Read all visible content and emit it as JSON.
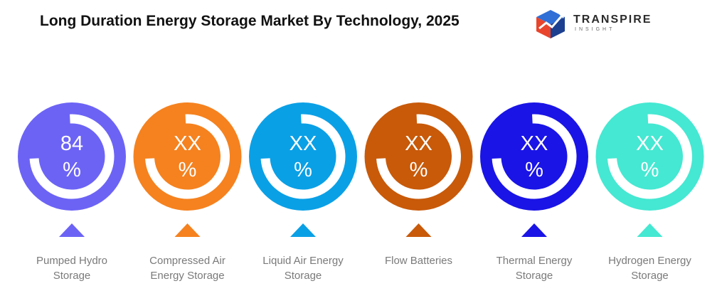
{
  "title": "Long Duration Energy Storage Market By Technology, 2025",
  "logo": {
    "name": "TRANSPIRE",
    "sub": "INSIGHT"
  },
  "chart_data": {
    "type": "donut-infographic",
    "title": "Long Duration Energy Storage Market By Technology, 2025",
    "items": [
      {
        "label": "Pumped Hydro Storage",
        "lines": [
          "Pumped Hydro",
          "Storage"
        ],
        "value_text": "84",
        "unit": "%",
        "value": 84,
        "color": "#6C63F5"
      },
      {
        "label": "Compressed Air Energy Storage",
        "lines": [
          "Compressed Air",
          "Energy Storage"
        ],
        "value_text": "XX",
        "unit": "%",
        "value": null,
        "color": "#F5821F"
      },
      {
        "label": "Liquid Air Energy Storage",
        "lines": [
          "Liquid Air Energy",
          "Storage"
        ],
        "value_text": "XX",
        "unit": "%",
        "value": null,
        "color": "#0AA0E6"
      },
      {
        "label": "Flow Batteries",
        "lines": [
          "Flow Batteries"
        ],
        "value_text": "XX",
        "unit": "%",
        "value": null,
        "color": "#C85A0A"
      },
      {
        "label": "Thermal Energy Storage",
        "lines": [
          "Thermal Energy",
          "Storage"
        ],
        "value_text": "XX",
        "unit": "%",
        "value": null,
        "color": "#1A14E6"
      },
      {
        "label": "Hydrogen Energy Storage",
        "lines": [
          "Hydrogen Energy",
          "Storage"
        ],
        "value_text": "XX",
        "unit": "%",
        "value": null,
        "color": "#45E8D2"
      }
    ]
  }
}
